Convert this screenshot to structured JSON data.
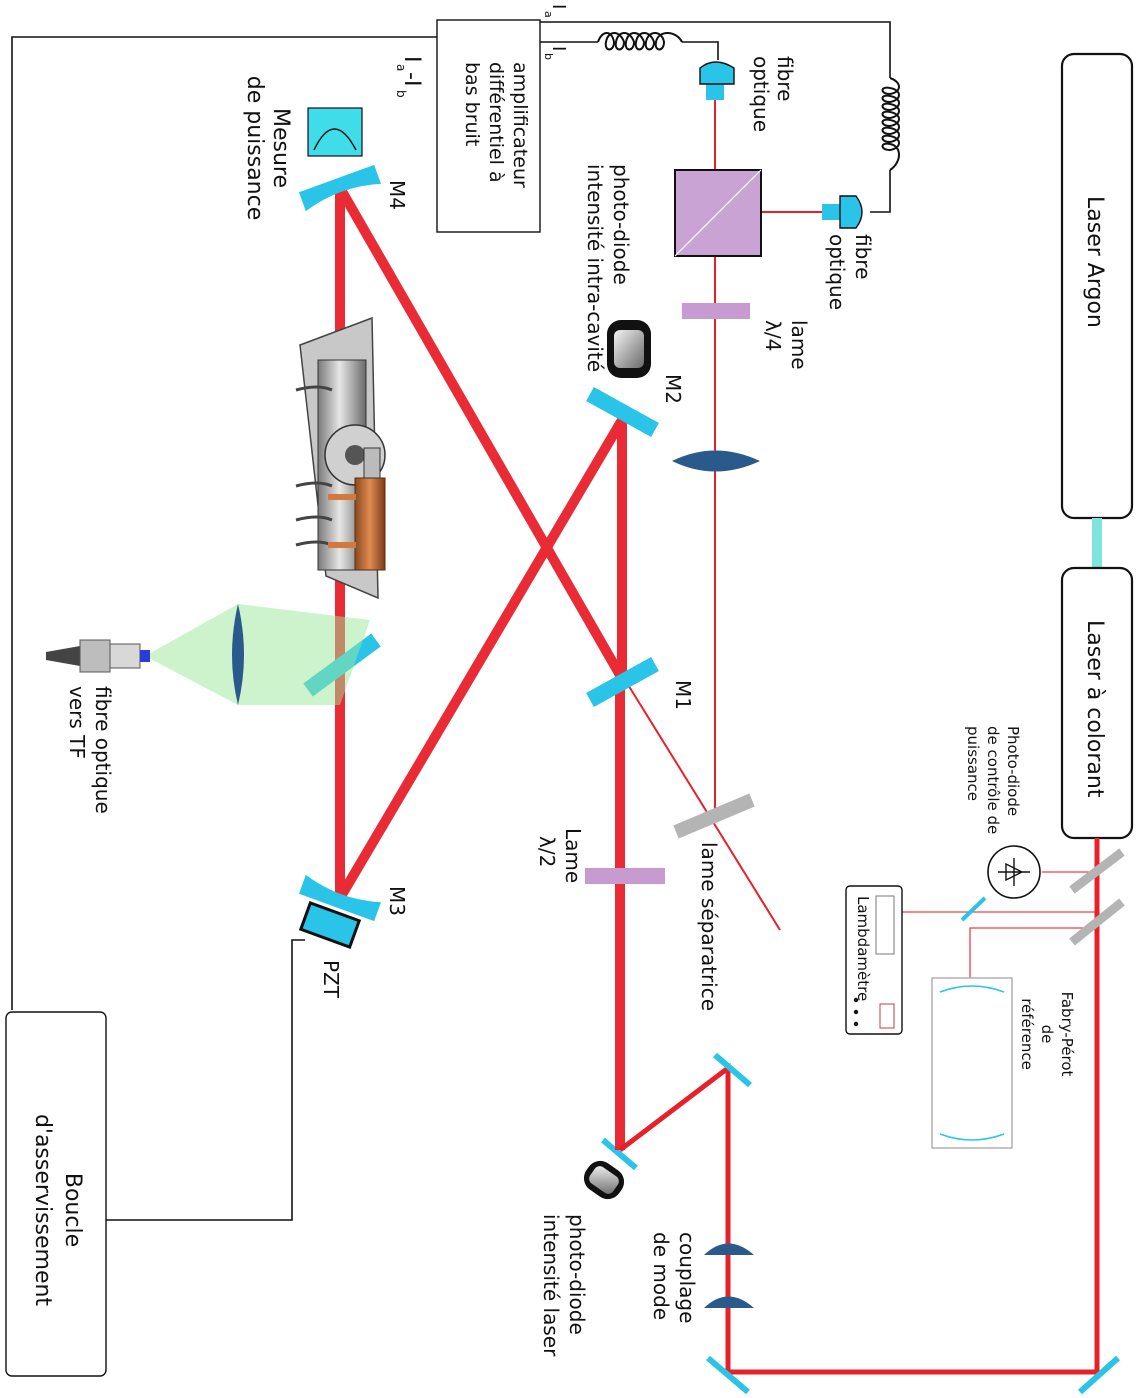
{
  "labels": {
    "laser_argon": "Laser Argon",
    "laser_colorant": "Laser à colorant",
    "boucle": [
      "Boucle",
      "d'asservissement"
    ],
    "amplificateur": [
      "amplificateur",
      "différentiel à",
      "bas bruit"
    ],
    "mesure": [
      "Mesure",
      "de puissance"
    ],
    "ia_ib": "I",
    "ia_ib_sub_a": "a",
    "ia_ib_dash": "-I",
    "ia_ib_sub_b": "b",
    "ia": "I",
    "ia_sub": "a",
    "ib": "I",
    "ib_sub": "b",
    "fibre_top": [
      "fibre",
      "optique"
    ],
    "fibre_right": [
      "fibre",
      "optique"
    ],
    "photodiode_intra": [
      "photo-diode",
      "intensité intra-cavité"
    ],
    "lame_quart": [
      "lame",
      "λ/4"
    ],
    "lame_demi": [
      "Lame",
      "λ/2"
    ],
    "lame_separatrice": "lame séparatrice",
    "photodiode_laser": [
      "photo-diode",
      "intensité laser"
    ],
    "couplage": [
      "couplage",
      "de mode"
    ],
    "photodiode_controle": [
      "Photo-diode",
      "de contrôle de",
      "puissance"
    ],
    "lambdametre": "Lambdamètre",
    "fabry_perot": [
      "Fabry-Pérot",
      "de",
      "référence"
    ],
    "fibre_tf": [
      "fibre optique",
      "vers TF"
    ],
    "pzt": "PZT",
    "m1": "M1",
    "m2": "M2",
    "m3": "M3",
    "m4": "M4"
  },
  "colors": {
    "beam": "#e8202a",
    "mirror": "#29c4e8",
    "lame": "#c79bd0",
    "lens": "#2a5a8c",
    "cube": "#c9a3d3",
    "gray_optic": "#b4b4b4",
    "green_light": "#9be89b",
    "argon_link": "#7fe5dc"
  }
}
